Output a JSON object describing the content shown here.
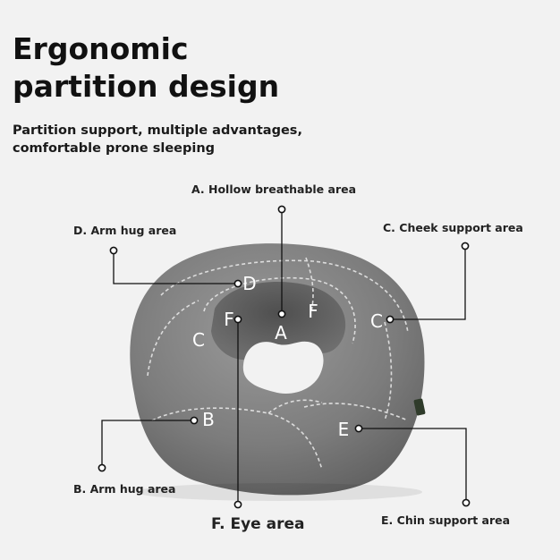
{
  "heading": {
    "title_line1": "Ergonomic",
    "title_line2": "partition design",
    "subtitle_line1": "Partition support, multiple advantages,",
    "subtitle_line2": "comfortable prone sleeping"
  },
  "callouts": {
    "a": "A. Hollow breathable area",
    "b": "B. Arm hug area",
    "c": "C. Cheek support area",
    "d": "D. Arm hug area",
    "e": "E. Chin support area",
    "f": "F. Eye area"
  },
  "zone_letters": {
    "a": "A",
    "b": "B",
    "c": "C",
    "d": "D",
    "e": "E",
    "f": "F"
  },
  "colors": {
    "background": "#f2f2f2",
    "pillow": "#808080",
    "text": "#111111"
  }
}
